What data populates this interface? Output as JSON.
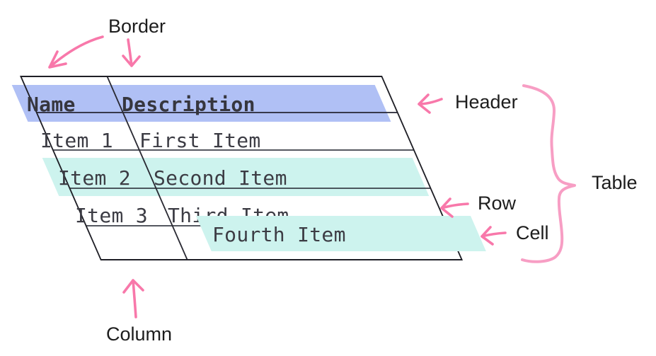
{
  "figure": {
    "title_context": "table-anatomy-diagram",
    "annotations": {
      "border": "Border",
      "header": "Header",
      "table": "Table",
      "row": "Row",
      "cell": "Cell",
      "column": "Column"
    },
    "table": {
      "headers": [
        "Name",
        "Description"
      ],
      "rows": [
        {
          "name": "Item 1",
          "description": "First Item"
        },
        {
          "name": "Item 2",
          "description": "Second Item"
        },
        {
          "name": "Item 3",
          "description": "Third Item"
        },
        {
          "name": "",
          "description": "Fourth Item"
        }
      ]
    },
    "colors": {
      "header_highlight": "#b0c0f5",
      "row_highlight": "#cdf3ee",
      "cell_highlight": "#cdf3ee",
      "arrow_pink": "#f878aa",
      "brace_pink": "#f79ec4",
      "table_border": "#1f1f26",
      "row_line": "#2a2e38",
      "table_text": "#3c3c44",
      "label_text": "#1d1d1d",
      "background": "#ffffff"
    }
  }
}
